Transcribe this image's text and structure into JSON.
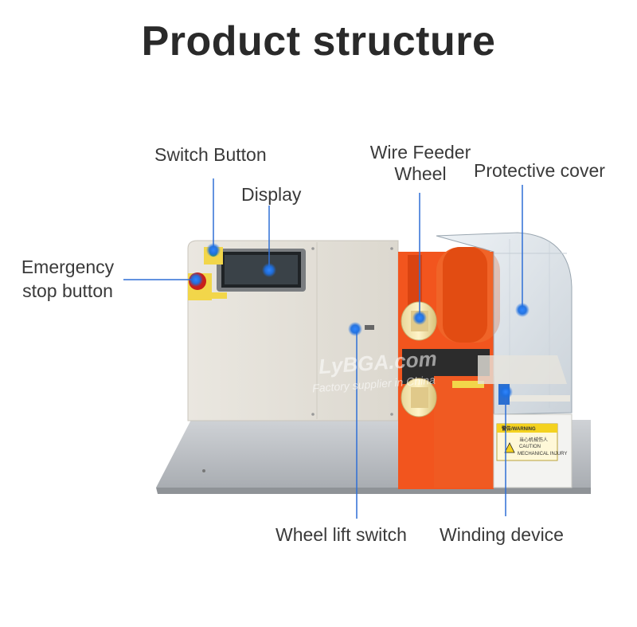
{
  "title": "Product structure",
  "labels": {
    "switch_button": "Switch Button",
    "display": "Display",
    "emergency_stop": "Emergency\nstop button",
    "wire_feeder": "Wire Feeder\nWheel",
    "protective_cover": "Protective cover",
    "wheel_lift_switch": "Wheel lift switch",
    "winding_device": "Winding device"
  },
  "warning_sticker": {
    "header": "警告/WARNING",
    "line1": "当心机械伤人",
    "line2": "CAUTION",
    "line3": "MECHANICAL INJURY"
  },
  "watermark": {
    "brand": "LyBGA.com",
    "tagline": "Factory supplier in China"
  },
  "colors": {
    "accent_dot": "#1e6fe0",
    "leader_line": "#2f6fd6",
    "machine_orange": "#f2551e",
    "machine_body": "#e4e1da"
  }
}
